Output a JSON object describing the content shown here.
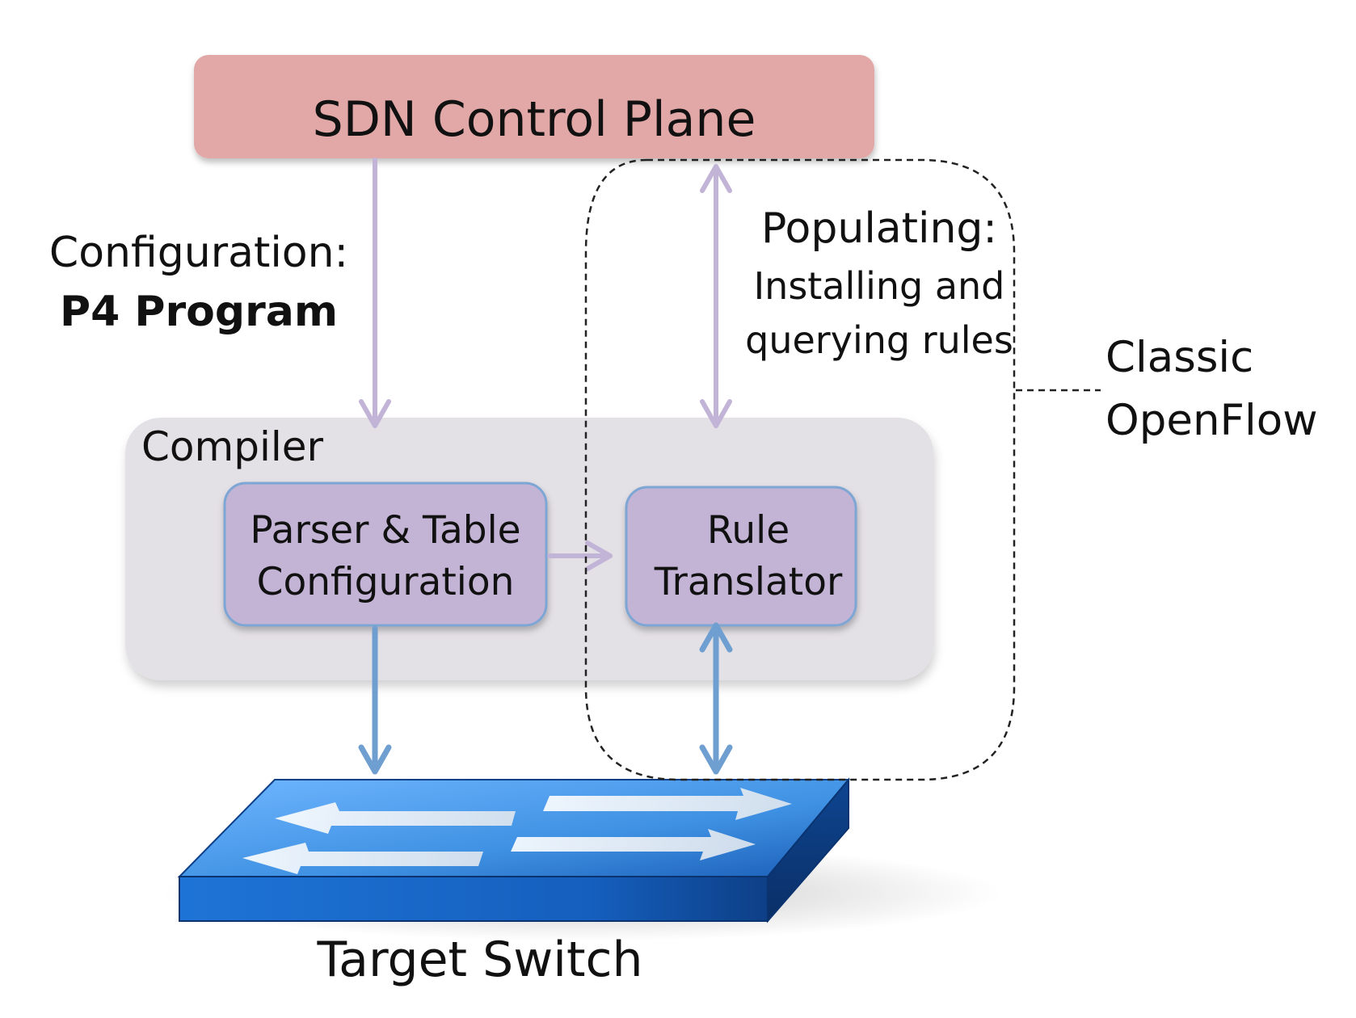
{
  "nodes": {
    "control_plane": {
      "label": "SDN Control Plane"
    },
    "compiler": {
      "label": "Compiler"
    },
    "parser_table": {
      "label_line1": "Parser & Table",
      "label_line2": "Configuration"
    },
    "rule_translator": {
      "label_line1": "Rule",
      "label_line2": "Translator"
    },
    "target_switch": {
      "label": "Target Switch"
    }
  },
  "annotations": {
    "configuration": {
      "line1": "Configuration:",
      "line2": "P4 Program"
    },
    "populating": {
      "line1": "Populating:",
      "line2": "Installing and",
      "line3": "querying rules"
    },
    "classic_openflow": {
      "line1": "Classic",
      "line2": "OpenFlow"
    }
  },
  "edges": [
    {
      "from": "control_plane",
      "to": "compiler",
      "direction": "one-way"
    },
    {
      "from": "control_plane",
      "to": "rule_translator",
      "direction": "two-way"
    },
    {
      "from": "parser_table",
      "to": "rule_translator",
      "direction": "one-way"
    },
    {
      "from": "parser_table",
      "to": "target_switch",
      "direction": "one-way"
    },
    {
      "from": "rule_translator",
      "to": "target_switch",
      "direction": "two-way"
    }
  ],
  "colors": {
    "control_plane_fill": "#e2a8a7",
    "compiler_fill": "#e3e0e6",
    "inner_box_fill": "#c3b4d6",
    "inner_box_stroke": "#7ea6d4",
    "purple_arrow": "#c2b4d7",
    "blue_arrow": "#6e9fd0",
    "switch_top": "#4f9be6",
    "switch_side": "#1864c4"
  }
}
